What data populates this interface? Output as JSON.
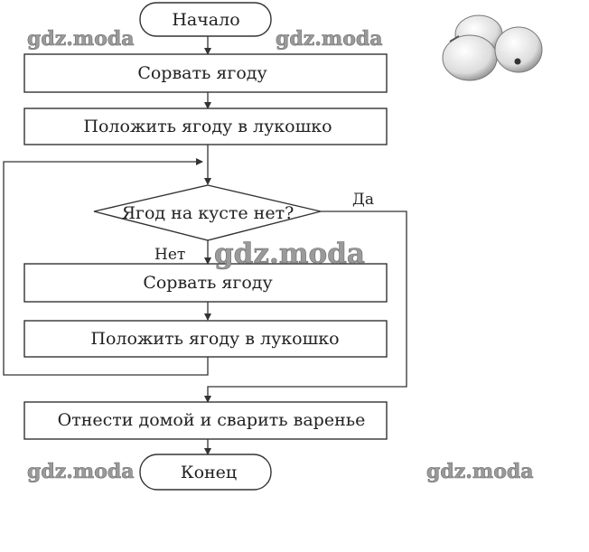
{
  "flowchart": {
    "start": "Начало",
    "step1": "Сорвать ягоду",
    "step2": "Положить ягоду в лукошко",
    "decision": "Ягод на кусте нет?",
    "label_no": "Нет",
    "label_yes": "Да",
    "loop_step1": "Сорвать ягоду",
    "loop_step2": "Положить ягоду в лукошко",
    "final_step": "Отнести домой и сварить варенье",
    "end": "Конец"
  },
  "watermarks": {
    "top_left": "gdz.moda",
    "top_center": "gdz.moda",
    "middle": "gdz.moda",
    "bottom_left": "gdz.moda",
    "bottom_right": "gdz.moda"
  },
  "decoration": {
    "image": "berries-icon"
  }
}
